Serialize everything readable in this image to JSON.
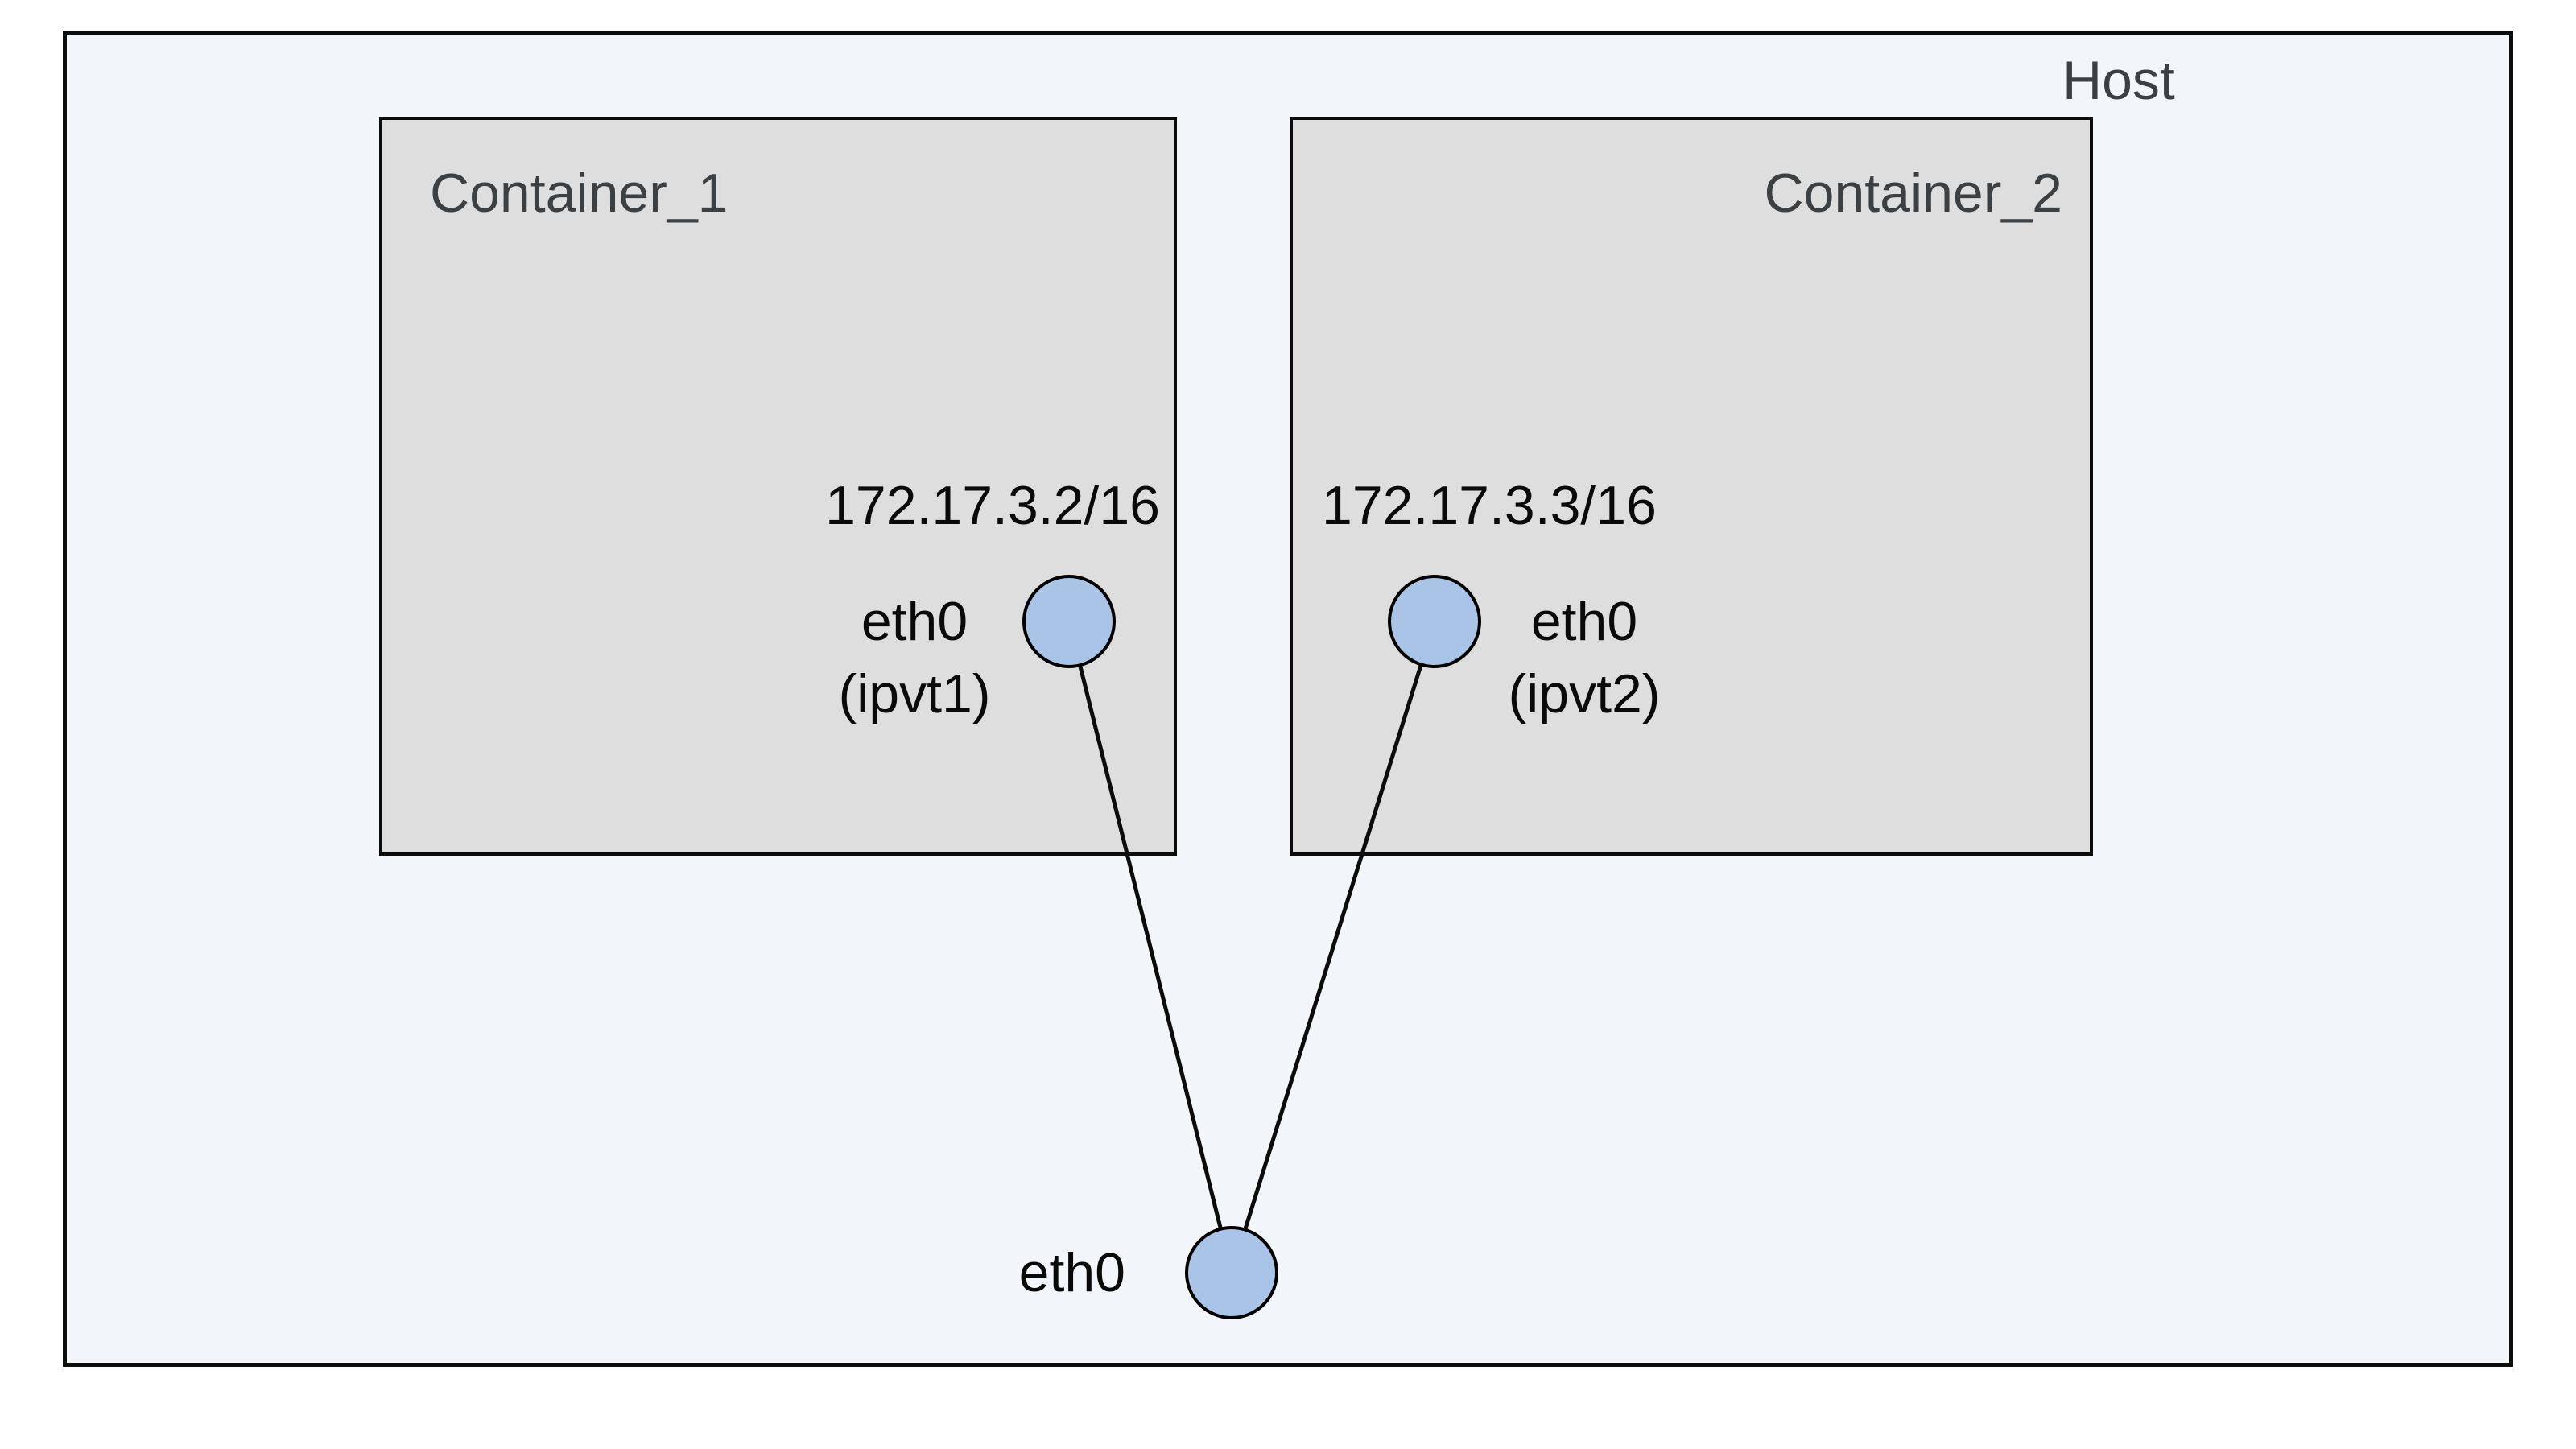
{
  "host": {
    "label": "Host",
    "interface": {
      "label": "eth0"
    }
  },
  "containers": [
    {
      "label": "Container_1",
      "ip": "172.17.3.2/16",
      "interface": "eth0",
      "interface_alias": "(ipvt1)"
    },
    {
      "label": "Container_2",
      "ip": "172.17.3.3/16",
      "interface": "eth0",
      "interface_alias": "(ipvt2)"
    }
  ],
  "colors": {
    "host_bg": "#f2f5fa",
    "container_bg": "#dedede",
    "node_fill": "#a9c4e6",
    "line": "#0c0c0c",
    "title_text": "#3d4043",
    "label_text": "#0a0a0a"
  }
}
